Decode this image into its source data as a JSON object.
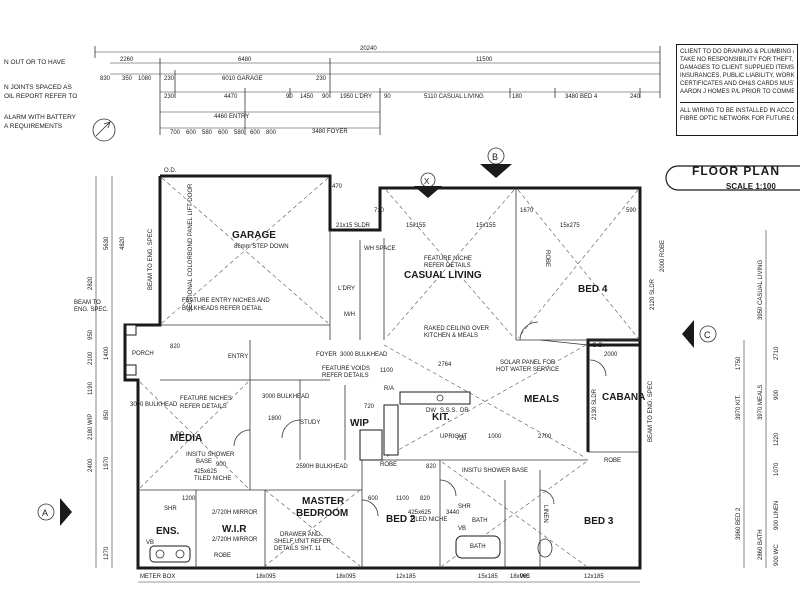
{
  "title_block": {
    "title": "FLOOR PLAN",
    "scale": "SCALE 1:100"
  },
  "notes_left": [
    "N OUT OR TO HAVE",
    "N JOINTS SPACED AS",
    "OIL REPORT REFER TO",
    "ALARM WITH BATTERY",
    "A REQUIREMENTS"
  ],
  "notes_right": [
    "CLIENT TO DO DRAINING & PLUMBING A",
    "TAKE NO RESPONSIBILITY FOR THEFT, V",
    "DAMAGES TO CLIENT SUPPLIED ITEMS. I",
    "INSURANCES, PUBLIC LIABILITY, WORKC",
    "CERTIFICATES AND OH&S CARDS MUST",
    "AARON J HOMES P/L PRIOR TO COMME",
    "ALL WIRING TO BE INSTALLED IN ACCO",
    "FIBRE OPTIC NETWORK FOR FUTURE CO"
  ],
  "rooms": {
    "garage": "GARAGE",
    "garage_sub": "86mm STEP DOWN",
    "casual_living": "CASUAL LIVING",
    "bed4": "BED 4",
    "cabana": "CABANA",
    "meals": "MEALS",
    "kit": "KIT.",
    "media": "MEDIA",
    "study": "STUDY",
    "wip": "WIP",
    "master": "MASTER",
    "master2": "BEDROOM",
    "bed2": "BED 2",
    "bed3": "BED 3",
    "ens": "ENS.",
    "wir": "W.I.R",
    "porch": "PORCH",
    "entry": "ENTRY",
    "foyer": "FOYER",
    "ldry": "L'DRY",
    "bath": "BATH",
    "bath2": "BATH",
    "robe1": "ROBE",
    "robe2": "ROBE",
    "robe3": "ROBE",
    "robe4": "ROBE",
    "linen": "LINEN",
    "wc": "WC"
  },
  "notes": {
    "garage_door": "SECTIONAL COLORBOND PANEL LIFT DOOR",
    "feature_niche": "FEATURE NICHE",
    "refer_details": "REFER DETAILS",
    "raked1": "RAKED CEILING OVER",
    "raked2": "KITCHEN & MEALS",
    "solar1": "SOLAR PANEL FOR",
    "solar2": "HOT WATER SERVICE",
    "bulkhead_3000": "3000 BULKHEAD",
    "bulkhead_2590": "2590H BULKHEAD",
    "entry_niche1": "FEATURE ENTRY NICHES AND",
    "entry_niche2": "BULKHEADS REFER DETAIL",
    "foyer_voids1": "FEATURE VOIDS",
    "foyer_voids2": "REFER DETAILS",
    "media_niche1": "FEATURE NICHES",
    "media_niche2": "REFER DETAILS",
    "insitu1": "INSITU SHOWER",
    "insitu2": "BASE",
    "tiled1": "425x625",
    "tiled2": "TILED NICHE",
    "insitu_bath": "INSITU SHOWER BASE",
    "drawer1": "DRAWER AND",
    "drawer2": "SHELF UNIT REFER",
    "drawer3": "DETAILS SHT. 11",
    "mirror1": "2/720H MIRROR",
    "mirror2": "2/720H MIRROR",
    "beam_left1": "BEAM TO",
    "beam_left2": "ENG. SPEC.",
    "beam_eng": "BEAM TO ENG. SPEC",
    "meter_box": "METER BOX",
    "od": "O.D.",
    "upright": "UPRIGHT",
    "dw": "DW",
    "sss": "S.S.S.",
    "dr": "DR",
    "ra": "R/A",
    "mh": "M/H",
    "wh": "WH SPACE",
    "shr": "SHR",
    "vb": "VB",
    "slider1": "2120 SLDR",
    "slider2": "2130 SLDR",
    "pd": "PD"
  },
  "dims_top_row1": [
    "20240"
  ],
  "dims_top_row2": [
    "2260",
    "6480",
    "11500"
  ],
  "dims_top_row3": [
    "830",
    "350",
    "1080",
    "230",
    "6010 GARAGE",
    "230"
  ],
  "dims_top_row4": [
    "230",
    "4470",
    "90",
    "1450",
    "90",
    "1950 L'DRY",
    "90",
    "5110 CASUAL LIVING",
    "180",
    "3480 BED 4",
    "240"
  ],
  "dims_top_row5": [
    "4460 ENTRY",
    "3480 FOYER"
  ],
  "dims_top_row6": [
    "700",
    "600",
    "580",
    "600",
    "580",
    "600",
    "800"
  ],
  "dims_misc": [
    "470",
    "710",
    "1670",
    "590",
    "21x15 SLDR",
    "15x155",
    "15x155",
    "15x275",
    "2764",
    "1100",
    "720",
    "820",
    "720",
    "1000",
    "2700",
    "2000",
    "900",
    "600",
    "1100",
    "820",
    "3440",
    "1800",
    "1200",
    "820"
  ],
  "dims_left": [
    "5630",
    "4820",
    "2820",
    "950",
    "2100",
    "1400",
    "1190",
    "2180 WIP",
    "850",
    "2400",
    "1970",
    "1270"
  ],
  "dims_right": [
    "3950 CASUAL LIVING",
    "2000 ROBE",
    "2710",
    "1750",
    "3970 KIT.",
    "3970 MEALS",
    "900",
    "1220",
    "1070",
    "3960 BED 2",
    "2860 BATH",
    "900 LINEN",
    "900 WC"
  ],
  "dims_bottom": [
    "18x095",
    "18x095",
    "12x185",
    "15x185",
    "18x065",
    "12x185"
  ],
  "markers": {
    "a": "A",
    "b": "B",
    "c": "C",
    "x": "X"
  }
}
